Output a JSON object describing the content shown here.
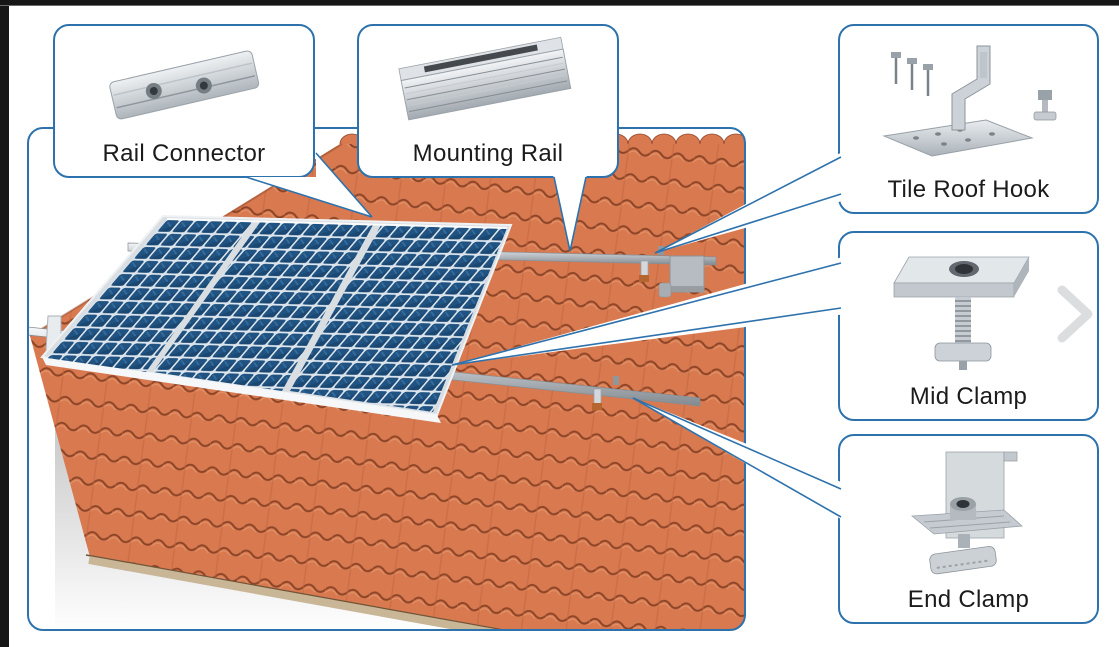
{
  "callouts": [
    {
      "id": "rail-connector",
      "label": "Rail Connector"
    },
    {
      "id": "mounting-rail",
      "label": "Mounting Rail"
    },
    {
      "id": "tile-roof-hook",
      "label": "Tile Roof Hook"
    },
    {
      "id": "mid-clamp",
      "label": "Mid Clamp"
    },
    {
      "id": "end-clamp",
      "label": "End Clamp"
    }
  ],
  "nav": {
    "next_icon": "chevron-right"
  },
  "colors": {
    "accent_blue": "#2d72ad",
    "roof_orange": "#d87950",
    "roof_line": "#8d4527",
    "panel_blue": "#205381",
    "metal_silver": "#c9ced3",
    "fascia_tan": "#c9b697"
  }
}
